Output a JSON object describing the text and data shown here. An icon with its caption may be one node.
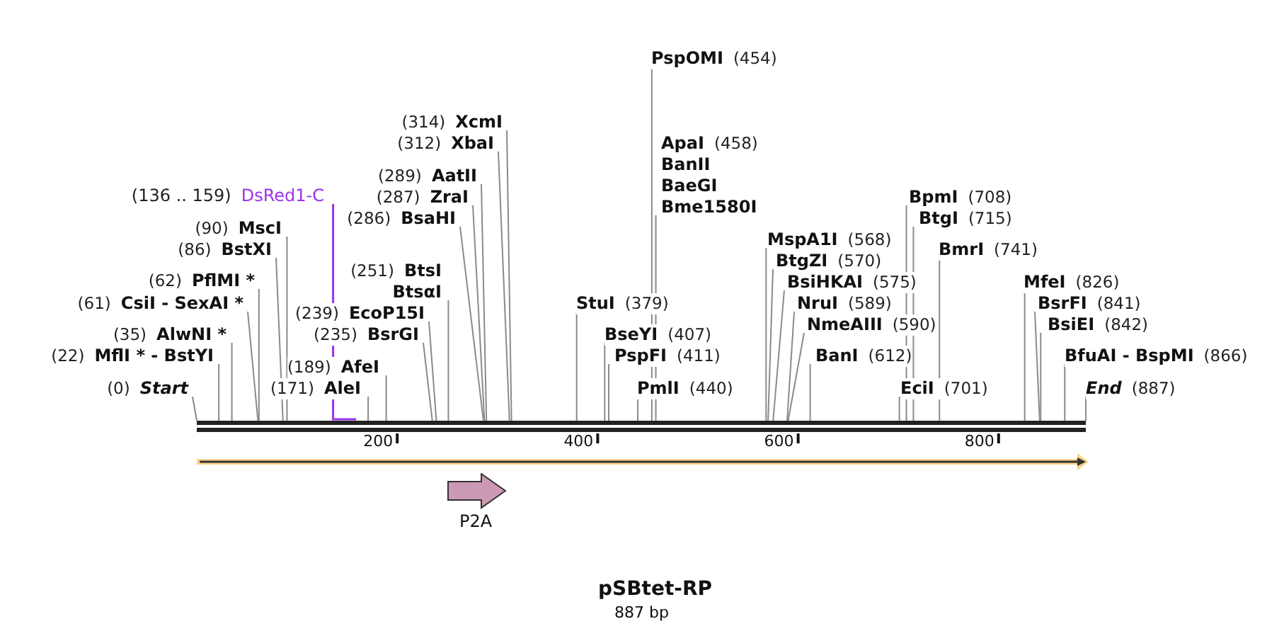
{
  "diagram": {
    "title": "pSBtet-RP",
    "caption": "887 bp",
    "nodes": [
      {
        "text": [
          "(0)",
          "Start"
        ]
      },
      {
        "text": [
          "(22)",
          "MflI * - BstYI"
        ]
      },
      {
        "text": [
          "(35)",
          "AlwNI *"
        ]
      },
      {
        "text": [
          "(61)",
          "CsiI - SexAI *"
        ]
      },
      {
        "text": [
          "(62)",
          "PflMI *"
        ]
      },
      {
        "text": [
          "(86)",
          "BstXI"
        ]
      },
      {
        "text": [
          "(90)",
          "MscI"
        ]
      },
      {
        "text": [
          "(136 .. 159)",
          "DsRed1-C"
        ]
      },
      {
        "text": [
          "(171)",
          "AleI"
        ]
      },
      {
        "text": [
          "(189)",
          "AfeI"
        ]
      },
      {
        "text": [
          "(235)",
          "BsrGI"
        ]
      },
      {
        "text": [
          "(239)",
          "EcoP15I"
        ]
      },
      {
        "text": [
          "(251)",
          "BtsI",
          "BtsαI"
        ]
      },
      {
        "text": [
          "(286)",
          "BsaHI"
        ]
      },
      {
        "text": [
          "(287)",
          "ZraI"
        ]
      },
      {
        "text": [
          "(289)",
          "AatII"
        ]
      },
      {
        "text": [
          "(312)",
          "XbaI"
        ]
      },
      {
        "text": [
          "(314)",
          "XcmI"
        ]
      },
      {
        "text": [
          "StuI",
          "(379)"
        ]
      },
      {
        "text": [
          "BseYI",
          "(407)"
        ]
      },
      {
        "text": [
          "PspFI",
          "(411)"
        ]
      },
      {
        "text": [
          "PmlI",
          "(440)"
        ]
      },
      {
        "text": [
          "PspOMI",
          "(454)"
        ]
      },
      {
        "text": [
          "ApaI",
          "(458)",
          "BanII",
          "BaeGI",
          "Bme1580I"
        ]
      },
      {
        "text": [
          "MspA1I",
          "(568)"
        ]
      },
      {
        "text": [
          "BtgZI",
          "(570)"
        ]
      },
      {
        "text": [
          "BsiHKAI",
          "(575)"
        ]
      },
      {
        "text": [
          "NruI",
          "(589)"
        ]
      },
      {
        "text": [
          "NmeAIII",
          "(590)"
        ]
      },
      {
        "text": [
          "BanI",
          "(612)"
        ]
      },
      {
        "text": [
          "BpmI",
          "(708)"
        ]
      },
      {
        "text": [
          "BtgI",
          "(715)"
        ]
      },
      {
        "text": [
          "EciI",
          "(701)"
        ]
      },
      {
        "text": [
          "BmrI",
          "(741)"
        ]
      },
      {
        "text": [
          "MfeI",
          "(826)"
        ]
      },
      {
        "text": [
          "BsrFI",
          "(841)"
        ]
      },
      {
        "text": [
          "BsiEI",
          "(842)"
        ]
      },
      {
        "text": [
          "BfuAI - BspMI",
          "(866)"
        ]
      },
      {
        "text": [
          "End",
          "(887)"
        ]
      },
      {
        "text": [],
        "shape": "bar"
      },
      {
        "text": [
          "P2A"
        ]
      }
    ],
    "edges": [
      {
        "from": 0,
        "to": 39,
        "arrow": "none"
      },
      {
        "from": 1,
        "to": 39,
        "arrow": "none"
      },
      {
        "from": 2,
        "to": 39,
        "arrow": "none"
      },
      {
        "from": 3,
        "to": 39,
        "arrow": "none"
      },
      {
        "from": 4,
        "to": 39,
        "arrow": "none"
      },
      {
        "from": 5,
        "to": 39,
        "arrow": "none"
      },
      {
        "from": 6,
        "to": 39,
        "arrow": "none"
      },
      {
        "from": 7,
        "to": 39,
        "arrow": "none",
        "color": "#9933ee"
      },
      {
        "from": 8,
        "to": 39,
        "arrow": "none"
      },
      {
        "from": 9,
        "to": 39,
        "arrow": "none"
      },
      {
        "from": 10,
        "to": 39,
        "arrow": "none"
      },
      {
        "from": 11,
        "to": 39,
        "arrow": "none"
      },
      {
        "from": 12,
        "to": 39,
        "arrow": "none"
      },
      {
        "from": 13,
        "to": 39,
        "arrow": "none"
      },
      {
        "from": 14,
        "to": 39,
        "arrow": "none"
      },
      {
        "from": 15,
        "to": 39,
        "arrow": "none"
      },
      {
        "from": 16,
        "to": 39,
        "arrow": "none"
      },
      {
        "from": 17,
        "to": 39,
        "arrow": "none"
      },
      {
        "from": 18,
        "to": 39,
        "arrow": "none"
      },
      {
        "from": 19,
        "to": 39,
        "arrow": "none"
      },
      {
        "from": 20,
        "to": 39,
        "arrow": "none"
      },
      {
        "from": 21,
        "to": 39,
        "arrow": "none"
      },
      {
        "from": 22,
        "to": 39,
        "arrow": "none"
      },
      {
        "from": 23,
        "to": 39,
        "arrow": "none"
      },
      {
        "from": 24,
        "to": 39,
        "arrow": "none"
      },
      {
        "from": 25,
        "to": 39,
        "arrow": "none"
      },
      {
        "from": 26,
        "to": 39,
        "arrow": "none"
      },
      {
        "from": 27,
        "to": 39,
        "arrow": "none"
      },
      {
        "from": 28,
        "to": 39,
        "arrow": "none"
      },
      {
        "from": 29,
        "to": 39,
        "arrow": "none"
      },
      {
        "from": 30,
        "to": 39,
        "arrow": "none"
      },
      {
        "from": 31,
        "to": 39,
        "arrow": "none"
      },
      {
        "from": 32,
        "to": 39,
        "arrow": "none"
      },
      {
        "from": 33,
        "to": 39,
        "arrow": "none"
      },
      {
        "from": 34,
        "to": 39,
        "arrow": "none"
      },
      {
        "from": 35,
        "to": 39,
        "arrow": "none"
      },
      {
        "from": 36,
        "to": 39,
        "arrow": "none"
      },
      {
        "from": 37,
        "to": 39,
        "arrow": "none"
      },
      {
        "from": 38,
        "to": 39,
        "arrow": "none"
      }
    ],
    "labels": [
      "200",
      "400",
      "600",
      "800"
    ]
  }
}
